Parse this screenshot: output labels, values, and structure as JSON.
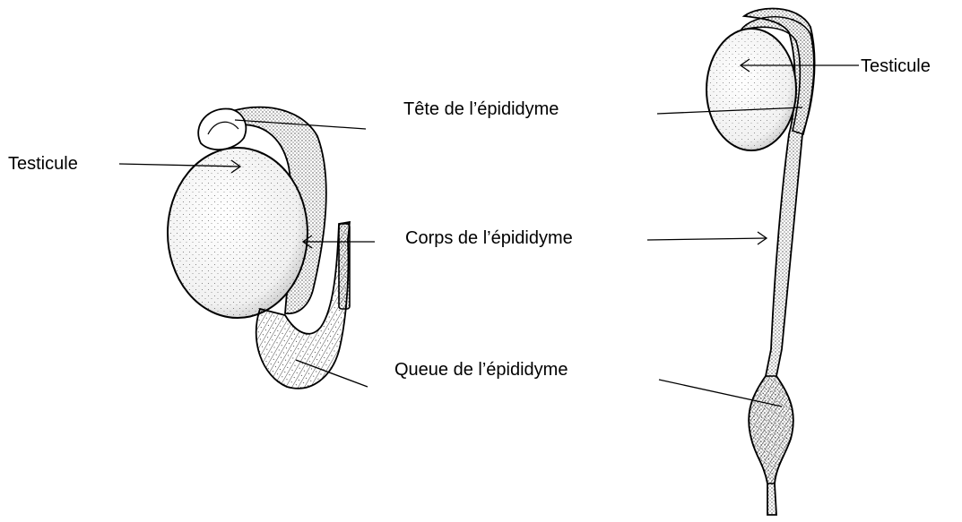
{
  "labels": {
    "testicule_left": "Testicule",
    "testicule_right": "Testicule",
    "tete": "Tête de l’épididyme",
    "corps": "Corps de l’épididyme",
    "queue": "Queue de l’épididyme"
  },
  "colors": {
    "ink": "#000000",
    "background": "#ffffff"
  }
}
